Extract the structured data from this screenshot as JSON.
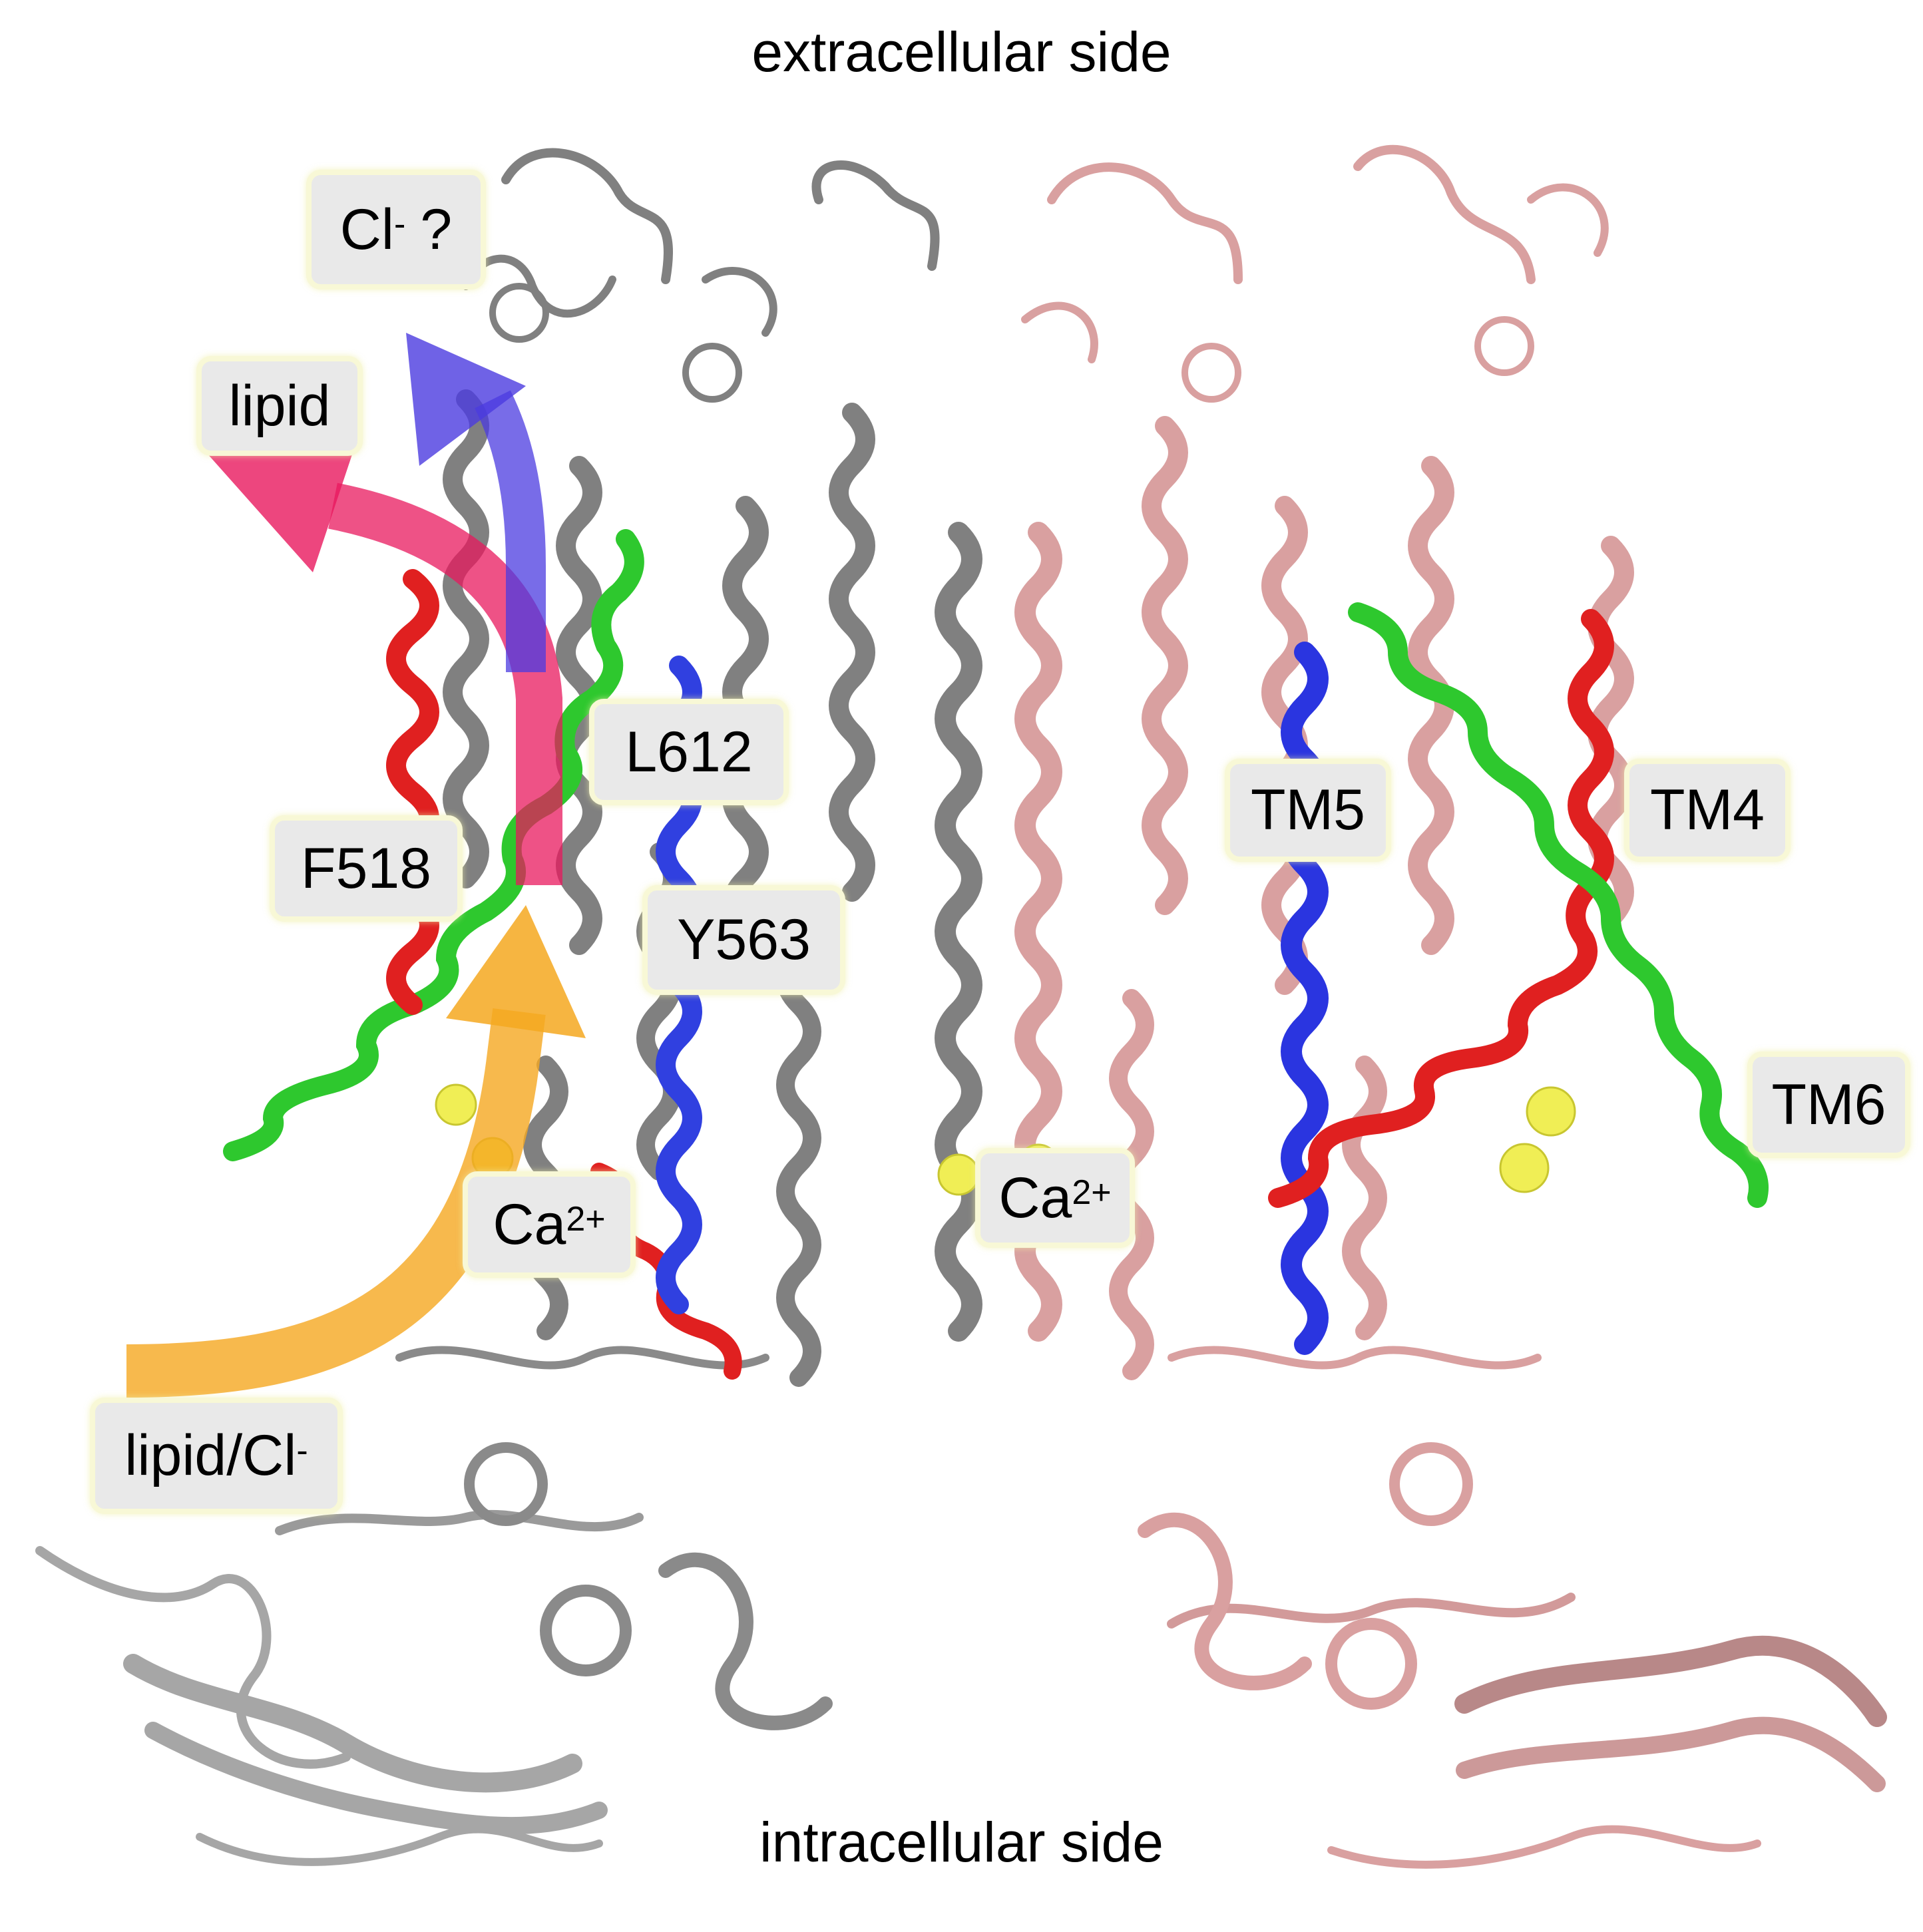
{
  "titles": {
    "top": "extracellular side",
    "bottom": "intracellular side"
  },
  "labels": {
    "cl_question": {
      "base": "Cl",
      "sup": "-",
      "suffix": "?"
    },
    "lipid": "lipid",
    "l612": "L612",
    "f518": "F518",
    "y563": "Y563",
    "ca_left": {
      "base": "Ca",
      "sup": "2+"
    },
    "ca_center": {
      "base": "Ca",
      "sup": "2+"
    },
    "lipid_cl": {
      "base": "lipid/Cl",
      "sup": "-"
    },
    "tm5": "TM5",
    "tm4": "TM4",
    "tm6": "TM6"
  },
  "colors": {
    "subunit_left": "#7e7e7e",
    "subunit_right": "#d9a0a0",
    "tm4": "#e02020",
    "tm5": "#2a35e0",
    "tm6": "#2ec82e",
    "ion": "#f0ee55",
    "arrow_chloride": "#4b3be0",
    "arrow_lipid": "#e8185e",
    "arrow_entry": "#f5a820"
  }
}
